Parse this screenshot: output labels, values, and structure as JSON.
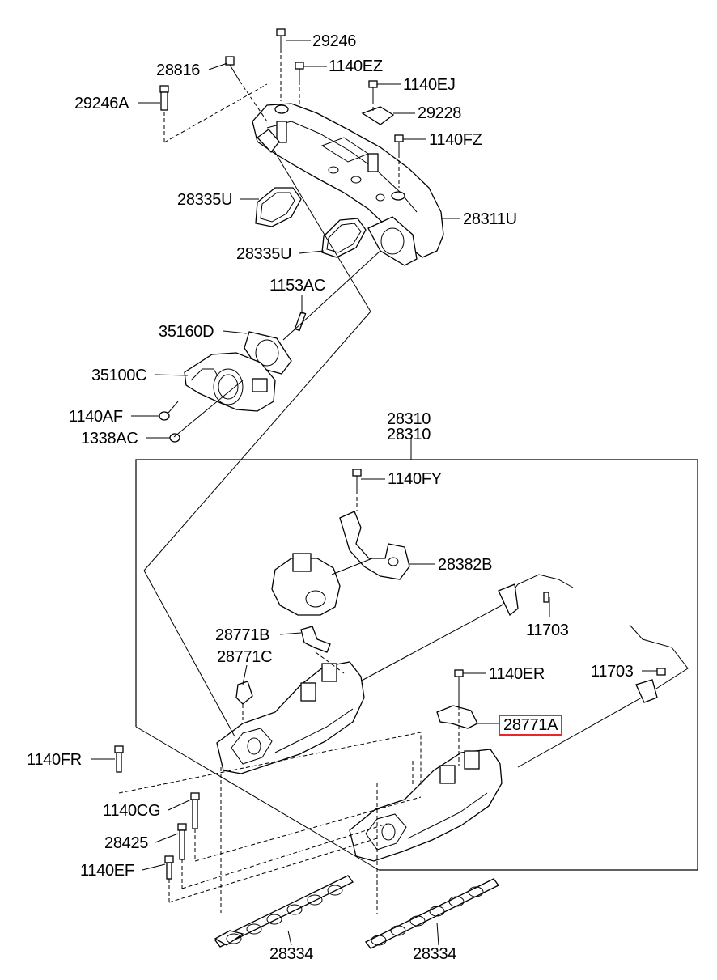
{
  "diagram": {
    "labels": [
      {
        "id": "l-29246",
        "text": "29246"
      },
      {
        "id": "l-28816",
        "text": "28816"
      },
      {
        "id": "l-1140EZ",
        "text": "1140EZ"
      },
      {
        "id": "l-29246A",
        "text": "29246A"
      },
      {
        "id": "l-1140EJ",
        "text": "1140EJ"
      },
      {
        "id": "l-29228",
        "text": "29228"
      },
      {
        "id": "l-1140FZ",
        "text": "1140FZ"
      },
      {
        "id": "l-28335U-a",
        "text": "28335U"
      },
      {
        "id": "l-28311U",
        "text": "28311U"
      },
      {
        "id": "l-28335U-b",
        "text": "28335U"
      },
      {
        "id": "l-1153AC",
        "text": "1153AC"
      },
      {
        "id": "l-35160D",
        "text": "35160D"
      },
      {
        "id": "l-35100C",
        "text": "35100C"
      },
      {
        "id": "l-1140AF",
        "text": "1140AF"
      },
      {
        "id": "l-1338AC",
        "text": "1338AC"
      },
      {
        "id": "l-28310-a",
        "text": "28310"
      },
      {
        "id": "l-28310-b",
        "text": "28310"
      },
      {
        "id": "l-1140FY",
        "text": "1140FY"
      },
      {
        "id": "l-28382B",
        "text": "28382B"
      },
      {
        "id": "l-28771B",
        "text": "28771B"
      },
      {
        "id": "l-11703-a",
        "text": "11703"
      },
      {
        "id": "l-28771C",
        "text": "28771C"
      },
      {
        "id": "l-11703-b",
        "text": "11703"
      },
      {
        "id": "l-1140ER",
        "text": "1140ER"
      },
      {
        "id": "l-28771A",
        "text": "28771A"
      },
      {
        "id": "l-1140FR",
        "text": "1140FR"
      },
      {
        "id": "l-1140CG",
        "text": "1140CG"
      },
      {
        "id": "l-28425",
        "text": "28425"
      },
      {
        "id": "l-1140EF",
        "text": "1140EF"
      },
      {
        "id": "l-28334-a",
        "text": "28334"
      },
      {
        "id": "l-28334-b",
        "text": "28334"
      }
    ],
    "highlight_color": "#e8262b"
  }
}
